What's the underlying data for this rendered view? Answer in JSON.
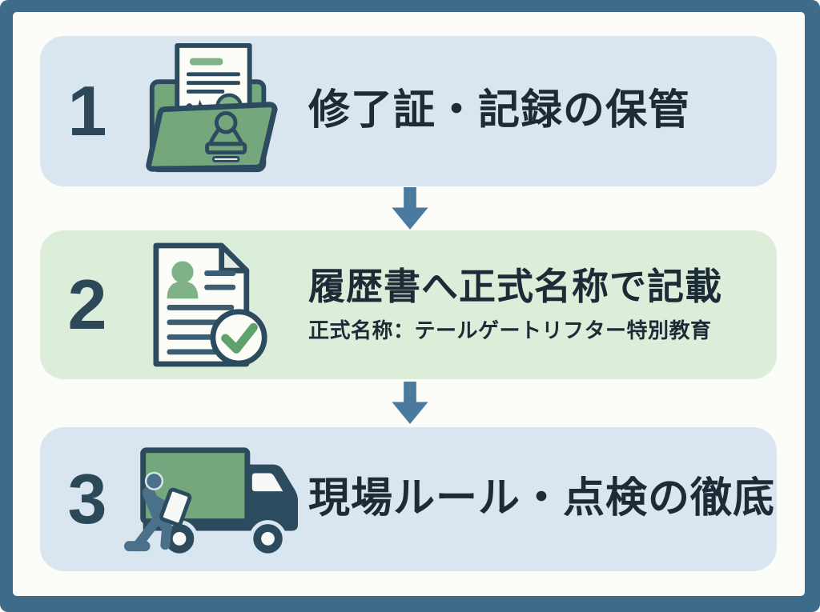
{
  "diagram": {
    "type": "vertical-step-flow",
    "language": "ja",
    "steps": [
      {
        "number": "1",
        "title": "修了証・記録の保管",
        "icon": "folder-certificate-stamp-icon",
        "background": "#d9e6f0"
      },
      {
        "number": "2",
        "title": "履歴書へ正式名称で記載",
        "subtitle": "正式名称：テールゲートリフター特別教育",
        "icon": "resume-checkmark-icon",
        "background": "#dcedda"
      },
      {
        "number": "3",
        "title": "現場ルール・点検の徹底",
        "icon": "truck-inspection-icon",
        "background": "#d9e6f0"
      }
    ],
    "connectors": [
      {
        "icon": "down-arrow-icon"
      },
      {
        "icon": "down-arrow-icon"
      }
    ]
  },
  "colors": {
    "frame_border": "#3e6b89",
    "canvas_background": "#fcfcf8",
    "card_blue": "#d9e6f0",
    "card_green": "#dcedda",
    "arrow": "#4a7b9e",
    "number_text": "#2c4859",
    "title_text": "#1d2b36",
    "icon_green": "#74a87c",
    "icon_green_light": "#7fb287",
    "icon_navy_outline": "#2d4b5e",
    "icon_slate_figure": "#4a7189",
    "icon_paper": "#fdfdf8"
  }
}
